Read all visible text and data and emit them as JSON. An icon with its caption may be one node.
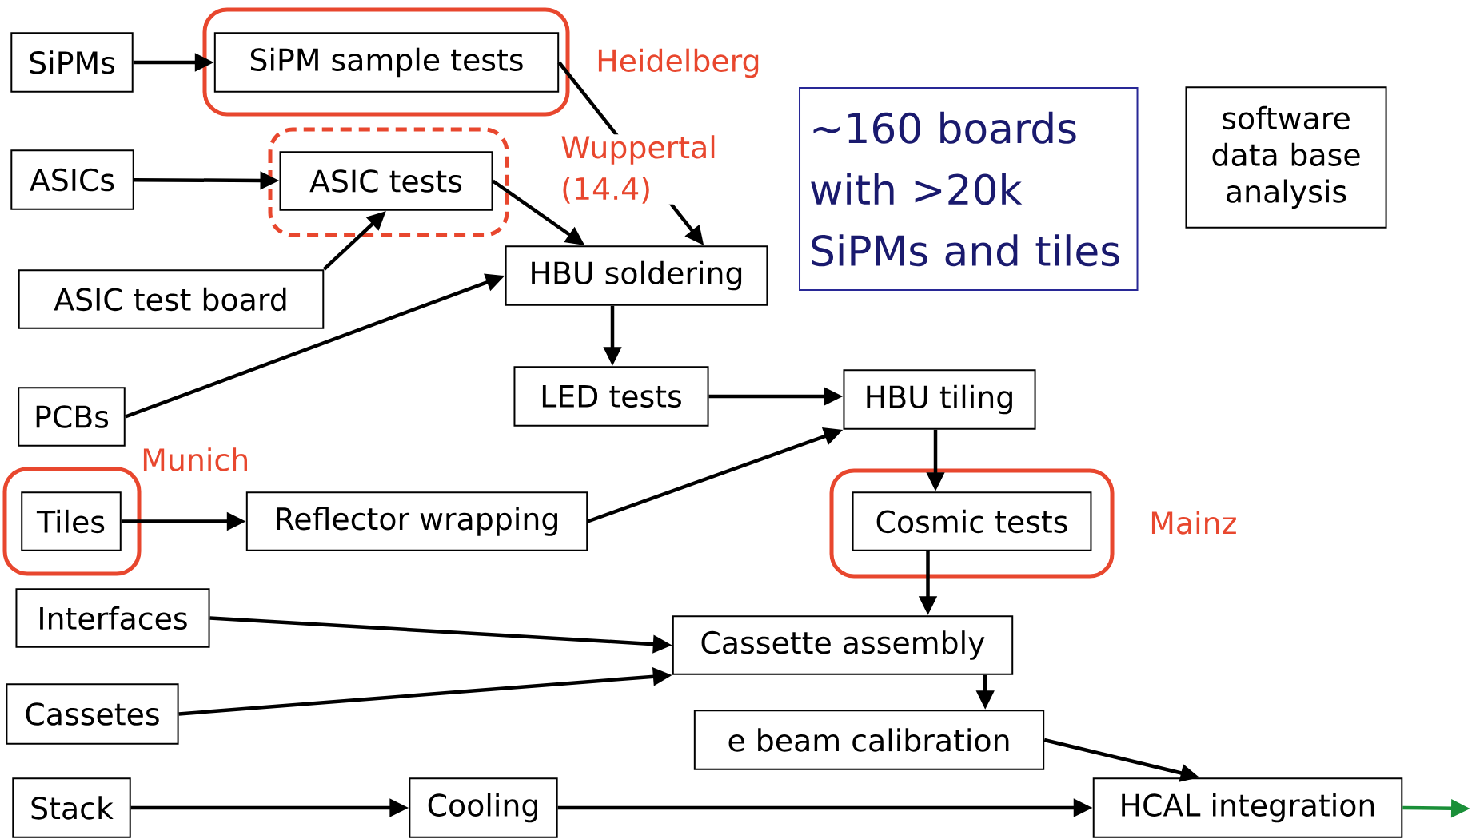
{
  "diagram": {
    "nodes": [
      {
        "text": [
          "SiPMs"
        ]
      },
      {
        "text": [
          "SiPM sample tests"
        ],
        "beside": [
          "Heidelberg"
        ]
      },
      {
        "text": [
          "ASICs"
        ]
      },
      {
        "text": [
          "ASIC tests"
        ]
      },
      {
        "text": [
          "ASIC test board"
        ]
      },
      {
        "text": [
          "HBU soldering"
        ]
      },
      {
        "text": [
          "PCBs"
        ]
      },
      {
        "text": [
          "LED tests"
        ]
      },
      {
        "text": [
          "HBU tiling"
        ]
      },
      {
        "text": [
          "Tiles"
        ],
        "beside": [
          "Munich"
        ]
      },
      {
        "text": [
          "Reflector wrapping"
        ]
      },
      {
        "text": [
          "Cosmic tests"
        ],
        "beside": [
          "Mainz"
        ]
      },
      {
        "text": [
          "Interfaces"
        ]
      },
      {
        "text": [
          "Cassette assembly"
        ]
      },
      {
        "text": [
          "Cassetes"
        ]
      },
      {
        "text": [
          "e beam calibration"
        ]
      },
      {
        "text": [
          "Stack"
        ]
      },
      {
        "text": [
          "Cooling"
        ]
      },
      {
        "text": [
          "HCAL integration"
        ]
      },
      {
        "text": [
          "~160 boards with >20k SiPMs and tiles"
        ]
      },
      {
        "text": [
          "software data base analysis"
        ]
      }
    ],
    "edges": [
      {
        "from": 0,
        "to": 1,
        "arrow": "to"
      },
      {
        "from": 1,
        "to": 5,
        "arrow": "to"
      },
      {
        "from": 2,
        "to": 3,
        "arrow": "to"
      },
      {
        "from": 3,
        "to": 5,
        "arrow": "to"
      },
      {
        "from": 4,
        "to": 3,
        "arrow": "to"
      },
      {
        "from": 6,
        "to": 5,
        "arrow": "to"
      },
      {
        "from": 5,
        "to": 7,
        "arrow": "to"
      },
      {
        "from": 7,
        "to": 8,
        "arrow": "to"
      },
      {
        "from": 9,
        "to": 10,
        "arrow": "to"
      },
      {
        "from": 10,
        "to": 8,
        "arrow": "to"
      },
      {
        "from": 8,
        "to": 11,
        "arrow": "to"
      },
      {
        "from": 11,
        "to": 13,
        "arrow": "to"
      },
      {
        "from": 12,
        "to": 13,
        "arrow": "to"
      },
      {
        "from": 14,
        "to": 13,
        "arrow": "to"
      },
      {
        "from": 13,
        "to": 15,
        "arrow": "to"
      },
      {
        "from": 15,
        "to": 18,
        "arrow": "to"
      },
      {
        "from": 16,
        "to": 17,
        "arrow": "to"
      },
      {
        "from": 17,
        "to": 18,
        "arrow": "to"
      },
      {
        "from": 18,
        "to": null,
        "arrow": "to",
        "color": "#1a8f38"
      }
    ],
    "labels": [
      "Wuppertal (14.4)"
    ]
  }
}
